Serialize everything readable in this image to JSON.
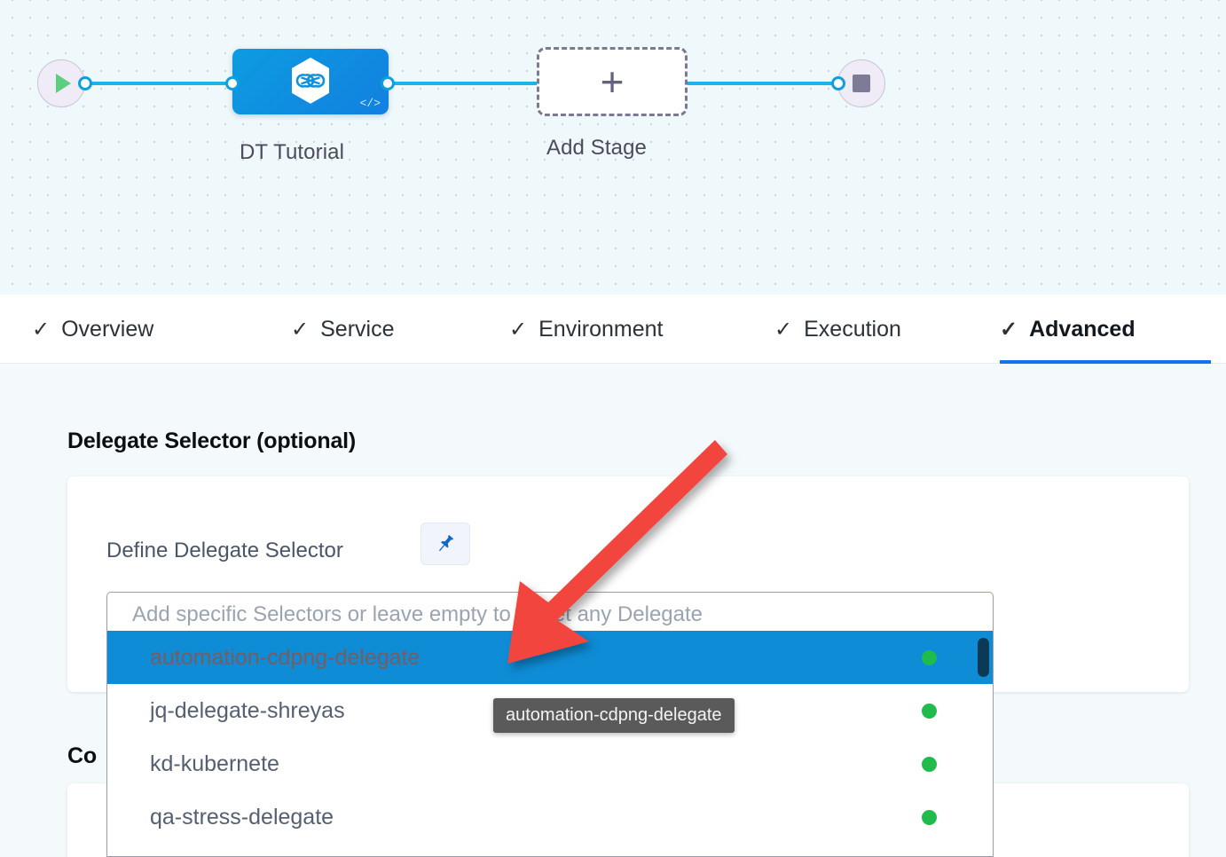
{
  "pipeline": {
    "start_node_icon": "play-icon",
    "end_node_icon": "stop-icon",
    "stage": {
      "label": "DT Tutorial",
      "icon": "harness-hexagon-icon",
      "badge_icon": "code-icon"
    },
    "add_stage": {
      "label": "Add Stage",
      "icon": "plus-icon"
    }
  },
  "tabs": [
    {
      "label": "Overview",
      "check": "✓",
      "active": false
    },
    {
      "label": "Service",
      "check": "✓",
      "active": false
    },
    {
      "label": "Environment",
      "check": "✓",
      "active": false
    },
    {
      "label": "Execution",
      "check": "✓",
      "active": false
    },
    {
      "label": "Advanced",
      "check": "✓",
      "active": true
    }
  ],
  "form": {
    "section_title": "Delegate Selector (optional)",
    "second_section_title": "Co",
    "field_label": "Define Delegate Selector",
    "pin_icon": "pushpin-icon",
    "selector_input": {
      "value": "",
      "placeholder": "Add specific Selectors or leave empty to target any Delegate"
    }
  },
  "dropdown": {
    "items": [
      {
        "label": "automation-cdpng-delegate",
        "status": "connected",
        "selected": true
      },
      {
        "label": "jq-delegate-shreyas",
        "status": "connected",
        "selected": false
      },
      {
        "label": "kd-kubernete",
        "status": "connected",
        "selected": false
      },
      {
        "label": "qa-stress-delegate",
        "status": "connected",
        "selected": false
      }
    ],
    "scrollbar": "vertical-scrollbar"
  },
  "tooltip": {
    "text": "automation-cdpng-delegate"
  },
  "annotation": {
    "arrow": "red-arrow-annotation"
  },
  "colors": {
    "accent_blue": "#0e8cd6",
    "tab_active_underline": "#1673e6",
    "status_green": "#21bb4d",
    "stage_node_blue": "#0c9ce0",
    "annotation_red": "#f2453d",
    "canvas_bg": "#eff8fb",
    "body_bg": "#f4fafc"
  }
}
